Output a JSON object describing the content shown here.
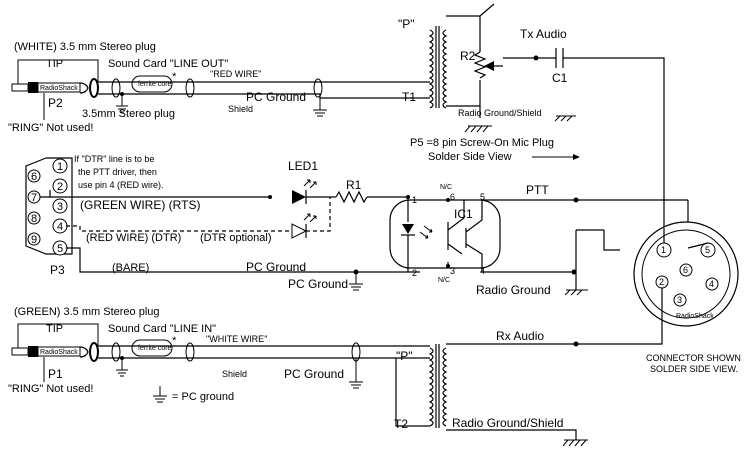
{
  "top": {
    "plug_title": "(WHITE) 3.5 mm Stereo plug",
    "tip": "TIP",
    "sound_card": "Sound Card \"LINE OUT\"",
    "ferrite": "ferrite core",
    "asterisk": "*",
    "wire_label": "\"RED WIRE\"",
    "plug_name": "P2",
    "plug_label": "3.5mm Stereo plug",
    "pc_ground": "PC Ground",
    "shield": "Shield",
    "ring_note": "\"RING\" Not used!",
    "plug_brand": "RadioShack"
  },
  "transformer_top": {
    "p_mark": "\"P\"",
    "name": "T1",
    "radio_ground": "Radio Ground/Shield"
  },
  "tx": {
    "pot": "R2",
    "audio": "Tx Audio",
    "cap": "C1"
  },
  "mic": {
    "note_line1": "P5 =8 pin Screw-On Mic Plug",
    "note_line2": "Solder Side View",
    "ptt": "PTT",
    "connector_line1": "CONNECTOR SHOWN",
    "connector_line2": "SOLDER SIDE VIEW.",
    "pins": [
      "1",
      "2",
      "3",
      "4",
      "5",
      "6"
    ],
    "brand": "RadioShack"
  },
  "db9": {
    "name": "P3",
    "pins": [
      "1",
      "2",
      "3",
      "4",
      "5",
      "6",
      "7",
      "8",
      "9"
    ],
    "note_line1": "If \"DTR\" line is to be",
    "note_line2": "the PTT driver, then",
    "note_line3": "use pin 4 (RED wire).",
    "green_wire": "(GREEN WIRE) (RTS)",
    "red_wire": "(RED WIRE) (DTR)",
    "dtr_optional": "(DTR optional)",
    "bare": "(BARE)",
    "pc_ground": "PC Ground",
    "pc_ground2": "PC Ground"
  },
  "opto": {
    "led": "LED1",
    "resistor": "R1",
    "ic": "IC1",
    "nc1": "N/C",
    "nc2": "N/C",
    "pins": [
      "1",
      "2",
      "3",
      "4",
      "5",
      "6"
    ],
    "radio_ground": "Radio Ground"
  },
  "bottom": {
    "plug_title": "(GREEN) 3.5 mm Stereo plug",
    "tip": "TIP",
    "sound_card": "Sound Card \"LINE IN\"",
    "ferrite": "ferrite core",
    "asterisk": "*",
    "wire_label": "\"WHITE WIRE\"",
    "plug_name": "P1",
    "shield": "Shield",
    "pc_ground": "PC Ground",
    "ring_note": "\"RING\" Not used!",
    "legend": "= PC ground",
    "rx_audio": "Rx Audio",
    "plug_brand": "RadioShack"
  },
  "transformer_bottom": {
    "p_mark": "\"P\"",
    "name": "T2",
    "radio_ground": "Radio Ground/Shield"
  }
}
